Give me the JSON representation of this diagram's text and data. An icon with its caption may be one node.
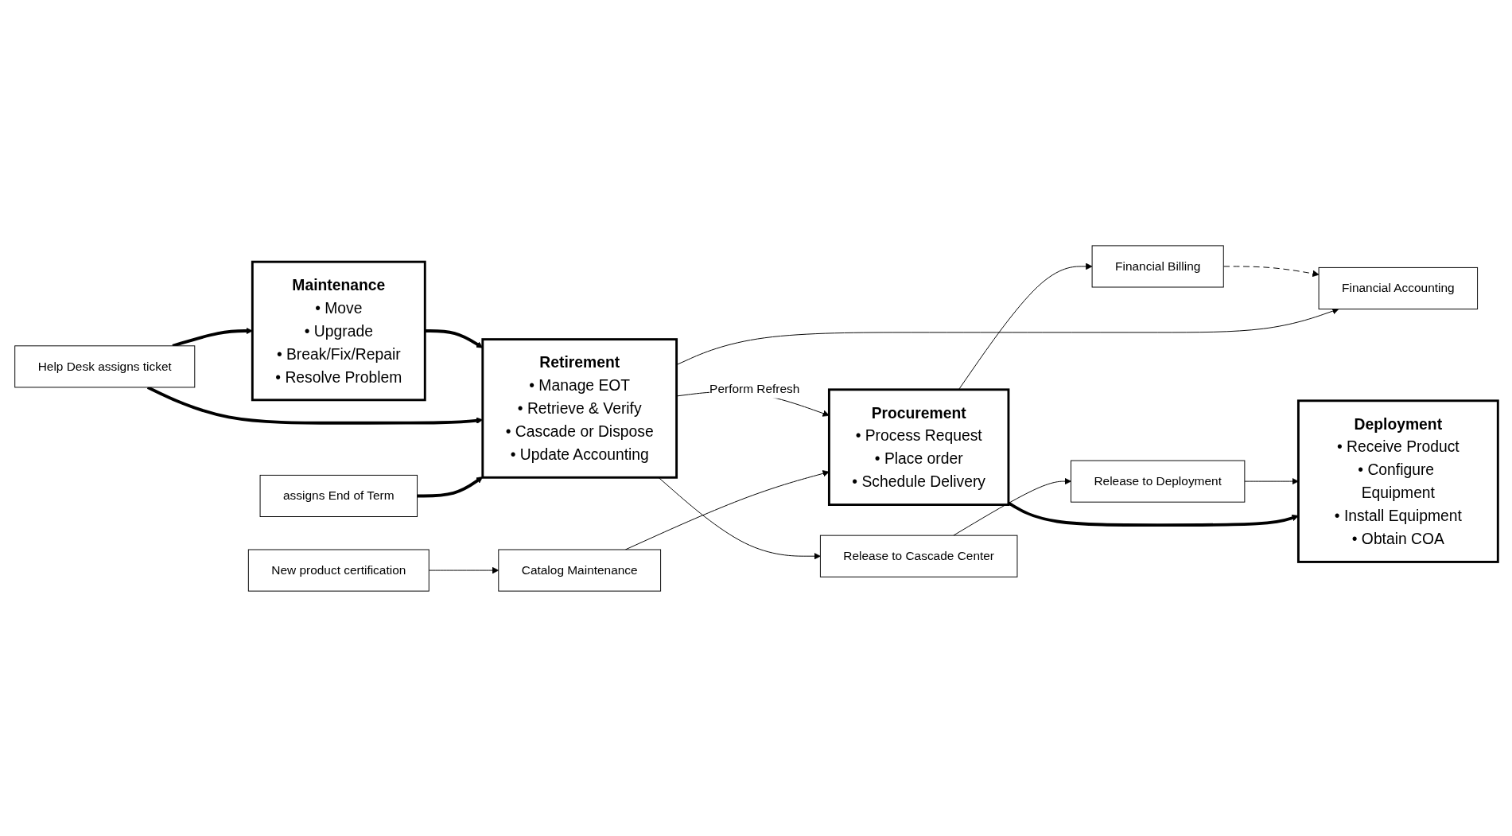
{
  "diagram": {
    "nodes": [
      {
        "text": [
          "Financial Billing"
        ]
      },
      {
        "text": [
          "Financial Accounting"
        ]
      },
      {
        "text": [
          "Release to Deployment"
        ]
      },
      {
        "text": [
          "Release to Cascade Center"
        ]
      },
      {
        "text": [
          "Procurement",
          "• Process Request",
          "• Place order",
          "• Schedule Delivery"
        ]
      },
      {
        "text": [
          "Deployment",
          "• Receive Product",
          "• Configure Equipment",
          "• Install Equipment",
          "• Obtain COA"
        ]
      },
      {
        "text": [
          "Maintenance",
          "• Move",
          "• Upgrade",
          "• Break/Fix/Repair",
          "• Resolve Problem"
        ]
      },
      {
        "text": [
          "Retirement",
          "• Manage EOT",
          "• Retrieve & Verify",
          "• Cascade or Dispose",
          "• Update Accounting"
        ]
      },
      {
        "text": [
          "Catalog Maintenance"
        ]
      },
      {
        "text": [
          "Help Desk assigns ticket"
        ]
      },
      {
        "text": [
          "assigns End of Term"
        ]
      },
      {
        "text": [
          "New product certification"
        ]
      }
    ],
    "edges": [
      {
        "from": 4,
        "to": 0,
        "arrow": "to"
      },
      {
        "from": 0,
        "to": 1,
        "arrow": "to",
        "style": "dashed"
      },
      {
        "from": 7,
        "to": 4,
        "arrow": "to",
        "label": "Perform Refresh"
      },
      {
        "from": 7,
        "to": 3,
        "arrow": "to"
      },
      {
        "from": 3,
        "to": 2,
        "arrow": "to"
      },
      {
        "from": 2,
        "to": 5,
        "arrow": "to"
      },
      {
        "from": 4,
        "to": 5,
        "arrow": "to",
        "style": "thick"
      },
      {
        "from": 6,
        "to": 7,
        "arrow": "to",
        "style": "thick"
      },
      {
        "from": 7,
        "to": 1,
        "arrow": "to"
      },
      {
        "from": 8,
        "to": 4,
        "arrow": "to"
      },
      {
        "from": 11,
        "to": 8,
        "arrow": "to"
      },
      {
        "from": 9,
        "to": 6,
        "arrow": "to",
        "style": "thick"
      },
      {
        "from": 9,
        "to": 7,
        "arrow": "to",
        "style": "thick"
      },
      {
        "from": 10,
        "to": 7,
        "arrow": "to",
        "style": "thick"
      }
    ]
  }
}
